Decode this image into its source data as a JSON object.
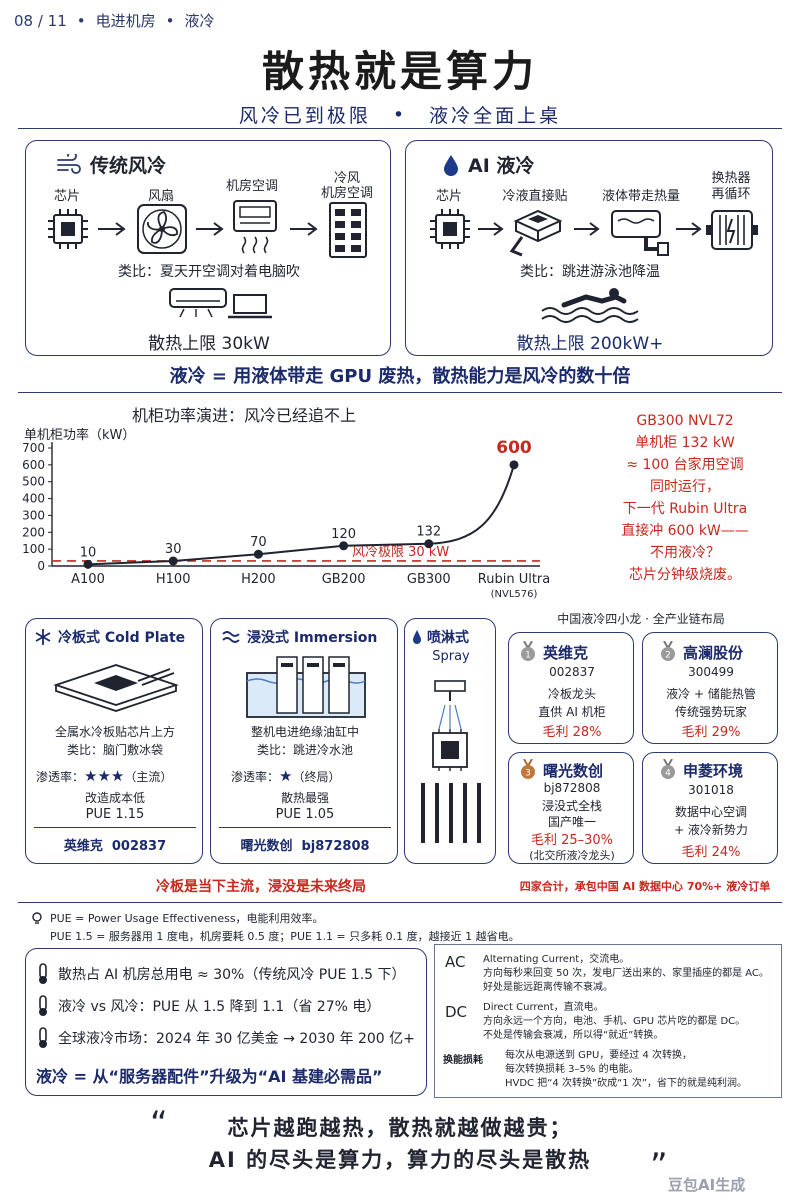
{
  "header": {
    "page": "08 / 11",
    "dot": "•",
    "topic": "电进机房",
    "sub": "液冷",
    "title": "散热就是算力",
    "subtitle_a": "风冷已到极限",
    "subtitle_b": "液冷全面上桌"
  },
  "air": {
    "title": "传统风冷",
    "steps": [
      "芯片",
      "风扇",
      "机房空调",
      "冷风\n机房空调"
    ],
    "analogy": "类比：夏天开空调对着电脑吹",
    "limit": "散热上限 30kW"
  },
  "liquid": {
    "title": "AI 液冷",
    "steps": [
      "芯片",
      "冷液直接贴",
      "液体带走热量",
      "换热器\n再循环"
    ],
    "analogy": "类比：跳进游泳池降温",
    "limit": "散热上限 200kW+"
  },
  "banner": "液冷 = 用液体带走 GPU 废热，散热能力是风冷的数十倍",
  "chart_title": "机柜功率演进：风冷已经追不上",
  "chart_data": {
    "type": "line",
    "ylabel": "单机柜功率（kW）",
    "categories": [
      "A100",
      "H100",
      "H200",
      "GB200",
      "GB300",
      "Rubin Ultra"
    ],
    "category_sub": "(NVL576)",
    "values": [
      10,
      30,
      70,
      120,
      132,
      600
    ],
    "yticks": [
      0,
      100,
      200,
      300,
      400,
      500,
      600,
      700
    ],
    "ylim": [
      0,
      700
    ],
    "threshold": 30,
    "threshold_label": "风冷极限 30 kW",
    "highlight_color": "#c8281e"
  },
  "chart_note": [
    "GB300 NVL72",
    "单机柜 132 kW",
    "≈ 100 台家用空调",
    "同时运行，",
    "下一代 Rubin Ultra",
    "直接冲 600 kW——",
    "不用液冷？",
    "芯片分钟级烧废。"
  ],
  "cold_plate": {
    "title": "冷板式 Cold Plate",
    "desc": "全属水冷板贴芯片上方",
    "analogy": "类比：脑门敷冰袋",
    "rate_label": "渗透率：",
    "rate_stars": "★★★",
    "rate_note": "（主流）",
    "cost": "改造成本低",
    "pue": "PUE 1.15",
    "company": "英维克  002837"
  },
  "immersion": {
    "title": "浸没式 Immersion",
    "desc": "整机电进绝缘油缸中",
    "analogy": "类比：跳进冷水池",
    "rate_label": "渗透率：",
    "rate_stars": "★",
    "rate_note": "（终局）",
    "cost": "散热最强",
    "pue": "PUE 1.05",
    "company": "曙光数创  bj872808"
  },
  "spray": {
    "title": "喷淋式",
    "sub": "Spray"
  },
  "methods_footer": "冷板是当下主流，浸没是未来终局",
  "dragons": {
    "title": "中国液冷四小龙 · 全产业链布局",
    "items": [
      {
        "name": "英维克",
        "code": "002837",
        "l1": "冷板龙头",
        "l2": "直供 AI 机柜",
        "margin": "毛利 28%",
        "medal": "1"
      },
      {
        "name": "高澜股份",
        "code": "300499",
        "l1": "液冷 + 储能热管",
        "l2": "传统强势玩家",
        "margin": "毛利 29%",
        "medal": "2"
      },
      {
        "name": "曙光数创",
        "code": "bj872808",
        "l1": "浸没式全栈",
        "l2": "国产唯一",
        "margin": "毛利 25–30%",
        "extra": "(北交所液冷龙头)",
        "medal": "3"
      },
      {
        "name": "申菱环境",
        "code": "301018",
        "l1": "数据中心空调",
        "l2": "+ 液冷新势力",
        "margin": "毛利 24%",
        "medal": "4"
      }
    ],
    "footer": "四家合计，承包中国 AI 数据中心 70%+ 液冷订单"
  },
  "pue_note": {
    "line1": "PUE = Power Usage Effectiveness，电能利用效率。",
    "line2": "PUE 1.5 = 服务器用 1 度电，机房要耗 0.5 度；PUE 1.1 = 只多耗 0.1 度，越接近 1 越省电。"
  },
  "stats": {
    "items": [
      "散热占 AI 机房总用电 ≈ 30%（传统风冷 PUE 1.5 下）",
      "液冷 vs 风冷：PUE 从 1.5 降到 1.1（省 27% 电）",
      "全球液冷市场：2024 年 30 亿美金 → 2030 年 200 亿+"
    ],
    "conclusion": "液冷 = 从“服务器配件”升级为“AI 基建必需品”"
  },
  "glossary": {
    "ac_term": "AC",
    "ac_l1": "Alternating Current，交流电。",
    "ac_l2": "方向每秒来回变 50 次，发电厂送出来的、家里插座的都是 AC。",
    "ac_l3": "好处是能远距离传输不衰减。",
    "dc_term": "DC",
    "dc_l1": "Direct Current，直流电。",
    "dc_l2": "方向永远一个方向，电池、手机、GPU 芯片吃的都是 DC。",
    "dc_l3": "不处是传输会衰减，所以得“就近”转换。",
    "conv_term": "换能损耗",
    "conv_l1": "每次从电源送到 GPU，要经过 4 次转换，",
    "conv_l2": "每次转换损耗 3–5% 的电能。",
    "conv_l3": "HVDC 把“4 次转换”砍成“1 次”，省下的就是纯利润。"
  },
  "quote": {
    "open": "“",
    "close": "”",
    "line1": "芯片越跑越热，散热就越做越贵；",
    "line2": "AI 的尽头是算力，算力的尽头是散热"
  },
  "watermark": "豆包AI生成"
}
